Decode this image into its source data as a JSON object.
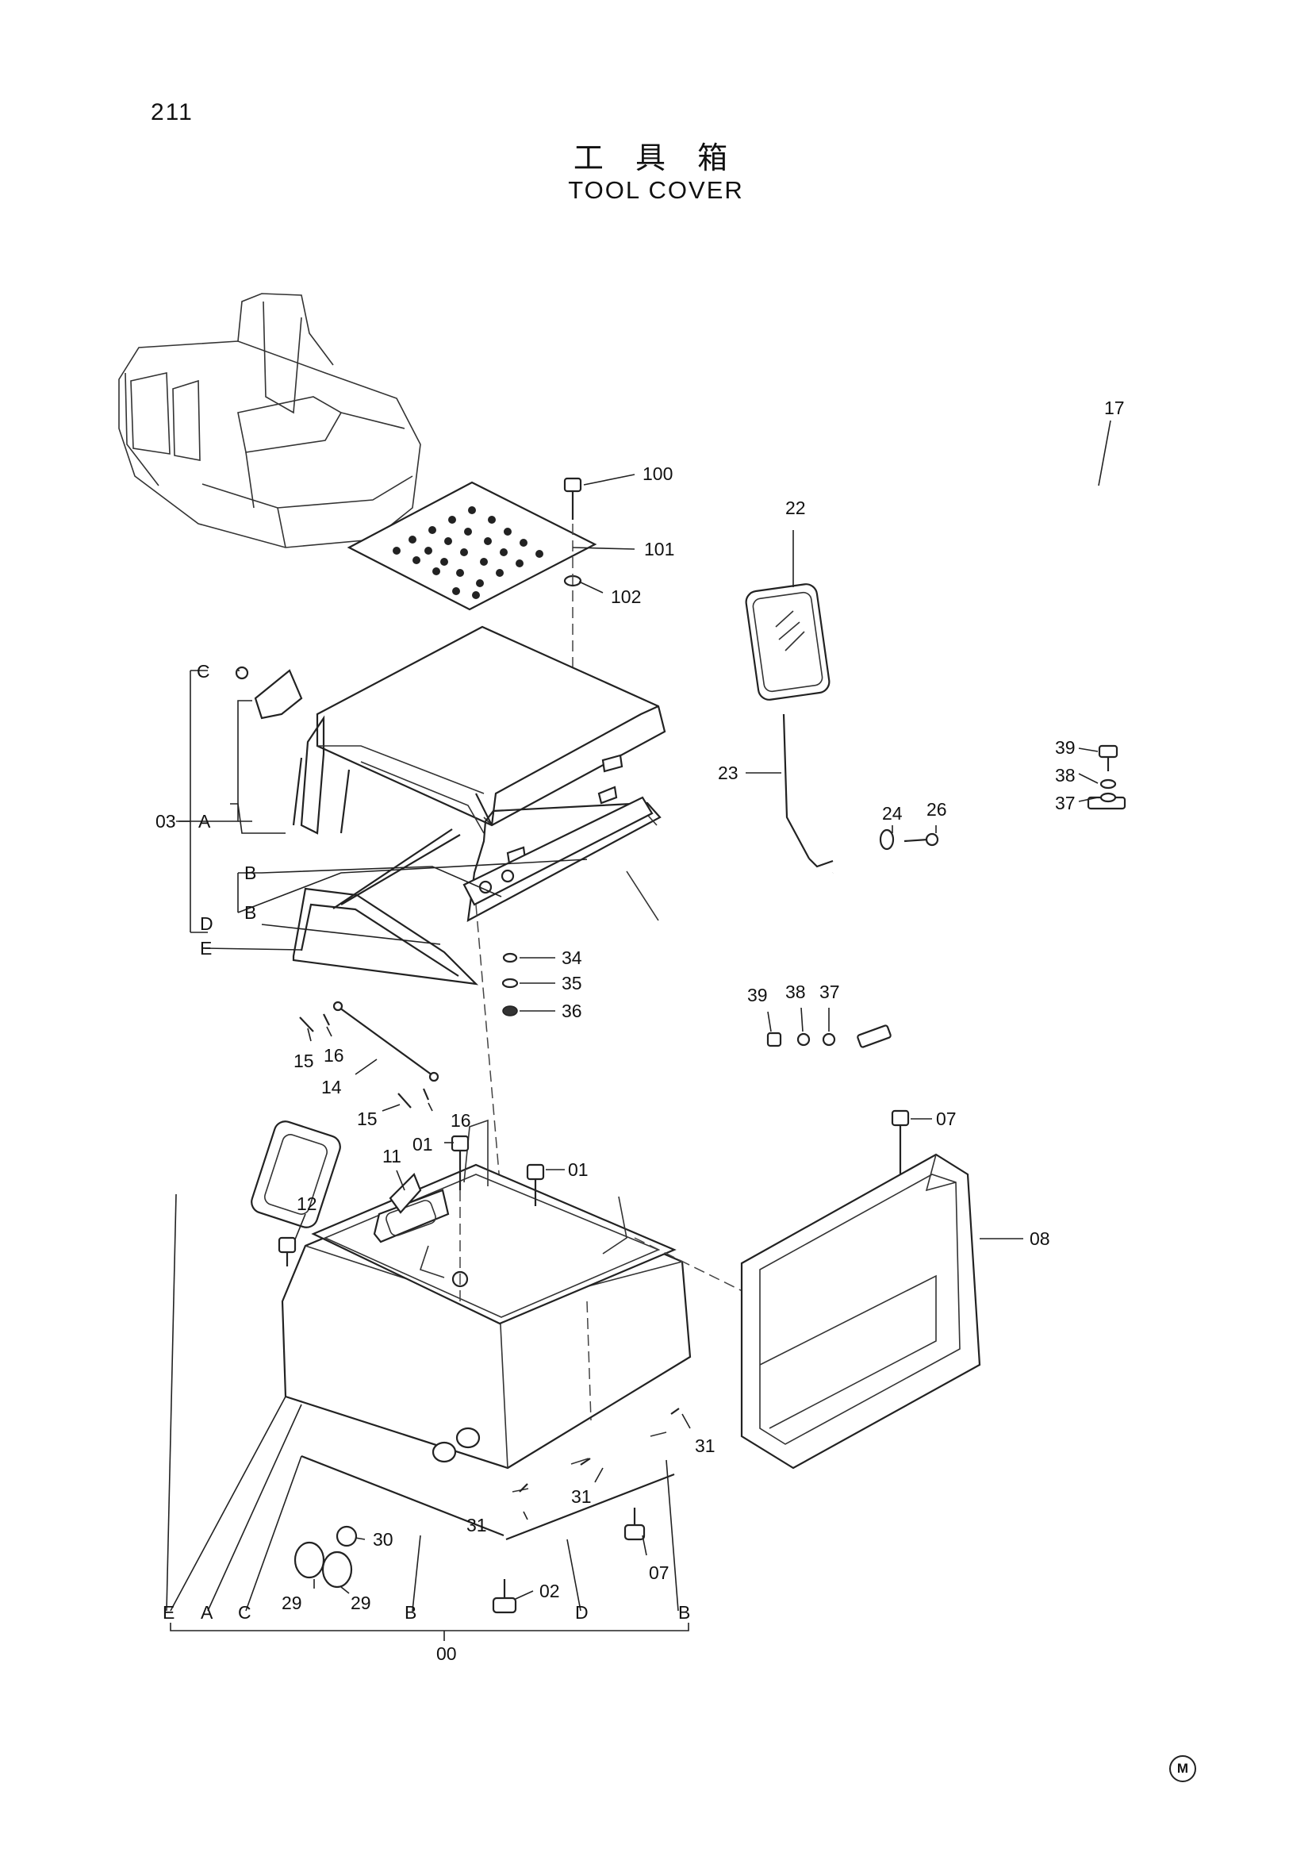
{
  "page": {
    "number": "211",
    "title_jp": "工 具 箱",
    "title_en": "TOOL COVER",
    "mark": "M"
  },
  "callouts": {
    "c100": "100",
    "c101": "101",
    "c102": "102",
    "c22": "22",
    "c23": "23",
    "c24": "24",
    "c26": "26",
    "c17": "17",
    "c39a": "39",
    "c38a": "38",
    "c37a": "37",
    "c39b": "39",
    "c38b": "38",
    "c37b": "37",
    "c03": "03",
    "c34": "34",
    "c35": "35",
    "c36": "36",
    "c15a": "15",
    "c16a": "16",
    "c14": "14",
    "c15b": "15",
    "c16b": "16",
    "c01a": "01",
    "c01b": "01",
    "c11": "11",
    "c12": "12",
    "c07a": "07",
    "c08": "08",
    "c31a": "31",
    "c31b": "31",
    "c31c": "31",
    "c30": "30",
    "c29a": "29",
    "c29b": "29",
    "c07b": "07",
    "c02": "02",
    "c00": "00"
  },
  "refs": {
    "C": "C",
    "A": "A",
    "B1": "B",
    "B2": "B",
    "D": "D",
    "E": "E",
    "bE": "E",
    "bA": "A",
    "bC": "C",
    "bB1": "B",
    "bD": "D",
    "bB2": "B"
  }
}
